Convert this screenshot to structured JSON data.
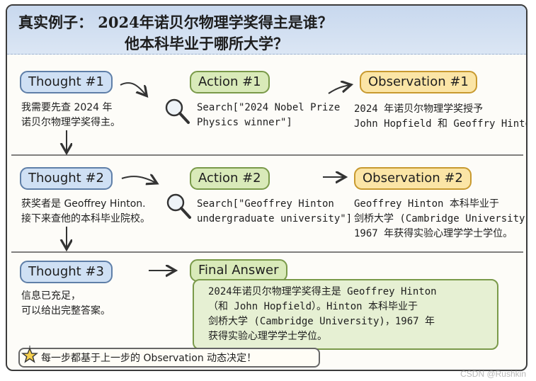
{
  "title": {
    "line1": "真实例子： 2024年诺贝尔物理学奖得主是谁？",
    "line2": "他本科毕业于哪所大学？"
  },
  "rows": [
    {
      "thought": {
        "label": "Thought #1",
        "lines": [
          "我需要先查 2024 年",
          "诺贝尔物理学奖得主。"
        ]
      },
      "action": {
        "label": "Action #1",
        "lines": [
          "Search[\"2024 Nobel Prize",
          "Physics winner\"]"
        ]
      },
      "observation": {
        "label": "Observation #1",
        "lines": [
          "2024 年诺贝尔物理学奖授予",
          "John Hopfield 和 Geoffry Hinton…"
        ]
      }
    },
    {
      "thought": {
        "label": "Thought #2",
        "lines": [
          "获奖者是 Geoffrey Hinton.",
          "接下来查他的本科毕业院校。"
        ]
      },
      "action": {
        "label": "Action #2",
        "lines": [
          "Search[\"Geoffrey Hinton",
          "undergraduate university\"]"
        ]
      },
      "observation": {
        "label": "Observation #2",
        "lines": [
          "Geoffrey Hinton 本科毕业于",
          "剑桥大学 (Cambridge University),",
          "1967 年获得实验心理学学士学位。"
        ]
      }
    },
    {
      "thought": {
        "label": "Thought #3",
        "lines": [
          "信息已充足，",
          "可以给出完整答案。"
        ]
      },
      "final": {
        "label": "Final Answer",
        "lines": [
          "2024年诺贝尔物理学奖得主是 Geoffrey Hinton",
          "（和 John Hopfield）。Hinton 本科毕业于",
          "剑桥大学 (Cambridge University)，1967 年",
          "获得实验心理学学士学位。"
        ]
      }
    }
  ],
  "tip": "每一步都基于上一步的 Observation 动态决定！",
  "watermark": "CSDN @Rushkin",
  "icons": {
    "search": "magnifier-icon",
    "tip": "star-icon"
  },
  "colors": {
    "thought": "#cfe0f4",
    "action": "#d9eab9",
    "observation": "#fbe5a6",
    "title_band": "#c8d8ee"
  }
}
